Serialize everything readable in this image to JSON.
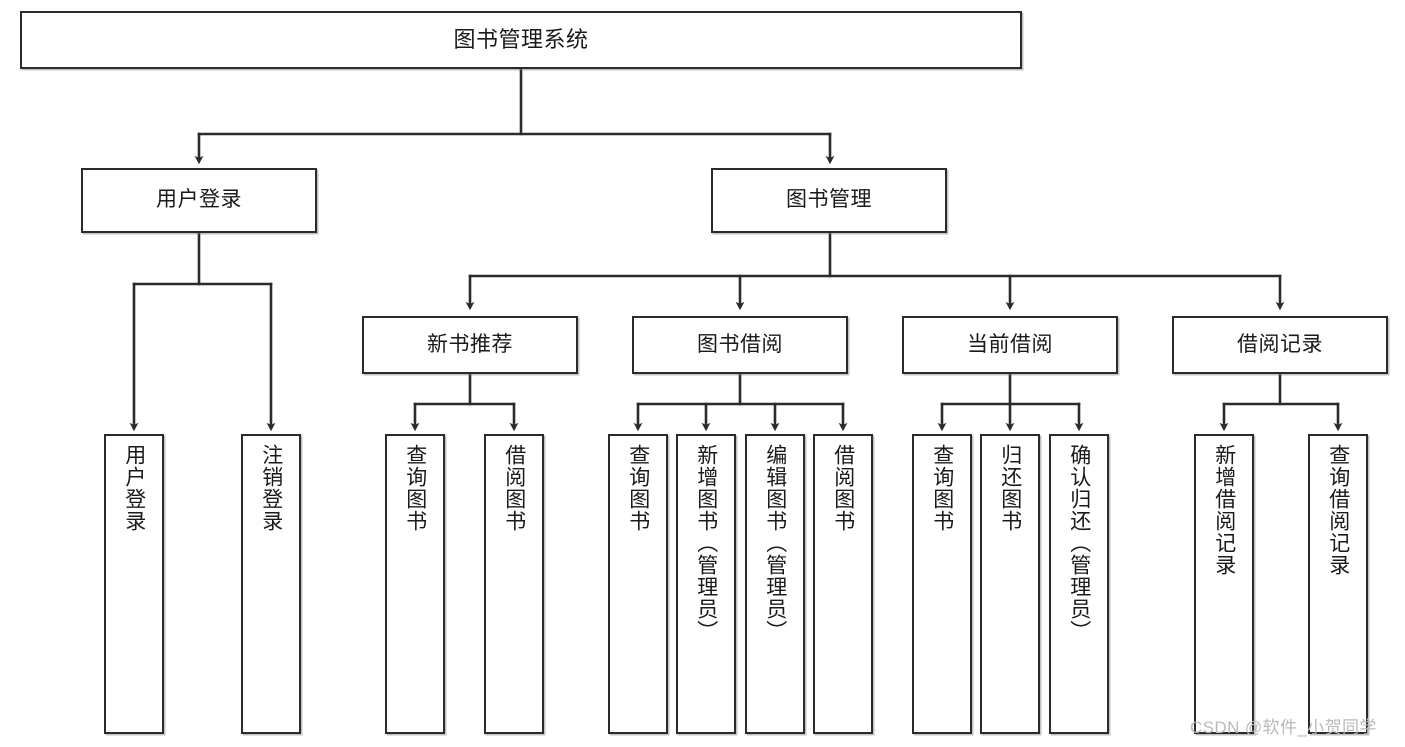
{
  "diagram": {
    "type": "tree",
    "title": "图书管理系统",
    "watermark": "CSDN @软件_小贺同学",
    "colors": {
      "box_border": "#2b2b2b",
      "box_fill": "#ffffff",
      "connector": "#2b2b2b",
      "watermark": "#b9b9b9",
      "background": "#ffffff"
    },
    "root": {
      "label": "图书管理系统"
    },
    "level2": [
      {
        "id": "user-login",
        "label": "用户登录"
      },
      {
        "id": "book-management",
        "label": "图书管理"
      }
    ],
    "level3": [
      {
        "id": "new-book-recommend",
        "label": "新书推荐"
      },
      {
        "id": "book-borrow",
        "label": "图书借阅"
      },
      {
        "id": "current-borrow",
        "label": "当前借阅"
      },
      {
        "id": "borrow-record",
        "label": "借阅记录"
      }
    ],
    "leaves": {
      "user-login": [
        {
          "id": "leaf-user-login",
          "label": "用户登录"
        },
        {
          "id": "leaf-logout-login",
          "label": "注销登录"
        }
      ],
      "new-book-recommend": [
        {
          "id": "leaf-query-book-1",
          "label": "查询图书"
        },
        {
          "id": "leaf-borrow-book-1",
          "label": "借阅图书"
        }
      ],
      "book-borrow": [
        {
          "id": "leaf-query-book-2",
          "label": "查询图书"
        },
        {
          "id": "leaf-add-book",
          "label": "新增图书（管理员）"
        },
        {
          "id": "leaf-edit-book",
          "label": "编辑图书（管理员）"
        },
        {
          "id": "leaf-borrow-book-2",
          "label": "借阅图书"
        }
      ],
      "current-borrow": [
        {
          "id": "leaf-query-book-3",
          "label": "查询图书"
        },
        {
          "id": "leaf-return-book",
          "label": "归还图书"
        },
        {
          "id": "leaf-confirm-return",
          "label": "确认归还（管理员）"
        }
      ],
      "borrow-record": [
        {
          "id": "leaf-add-record",
          "label": "新增借阅记录"
        },
        {
          "id": "leaf-query-record",
          "label": "查询借阅记录"
        }
      ]
    }
  }
}
